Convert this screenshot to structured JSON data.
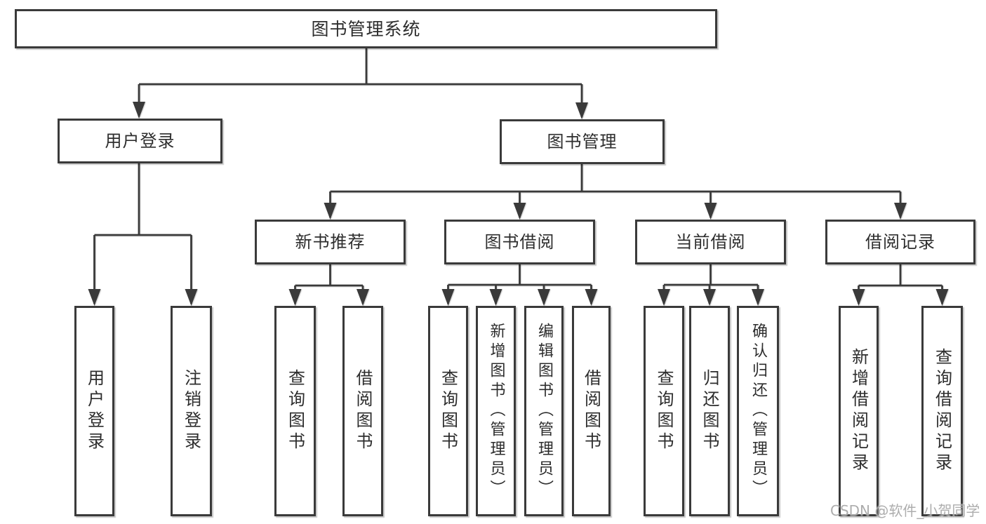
{
  "diagram": {
    "title": "图书管理系统",
    "watermark": "CSDN @软件_小贺同学",
    "colors": {
      "line": "#3a3a3a",
      "box_border": "#3a3a3a",
      "box_background": "#ffffff",
      "text": "#2d2d2d",
      "watermark": "#a6a6a6"
    },
    "nodes": {
      "root": {
        "label": "图书管理系统"
      },
      "user_login": {
        "label": "用户登录"
      },
      "book_mgmt": {
        "label": "图书管理"
      },
      "new_book_rec": {
        "label": "新书推荐"
      },
      "book_borrow": {
        "label": "图书借阅"
      },
      "current_borrow": {
        "label": "当前借阅"
      },
      "borrow_records": {
        "label": "借阅记录"
      },
      "leaf_user_login": {
        "label": "用户登录"
      },
      "leaf_logout": {
        "label": "注销登录"
      },
      "leaf_rec_query": {
        "label": "查询图书"
      },
      "leaf_rec_borrow": {
        "label": "借阅图书"
      },
      "leaf_bb_query": {
        "label": "查询图书"
      },
      "leaf_bb_add": {
        "label": "新增图书（管理员）"
      },
      "leaf_bb_edit": {
        "label": "编辑图书（管理员）"
      },
      "leaf_bb_borrow": {
        "label": "借阅图书"
      },
      "leaf_cb_query": {
        "label": "查询图书"
      },
      "leaf_cb_return": {
        "label": "归还图书"
      },
      "leaf_cb_confirm": {
        "label": "确认归还（管理员）"
      },
      "leaf_br_add": {
        "label": "新增借阅记录"
      },
      "leaf_br_query": {
        "label": "查询借阅记录"
      }
    }
  }
}
